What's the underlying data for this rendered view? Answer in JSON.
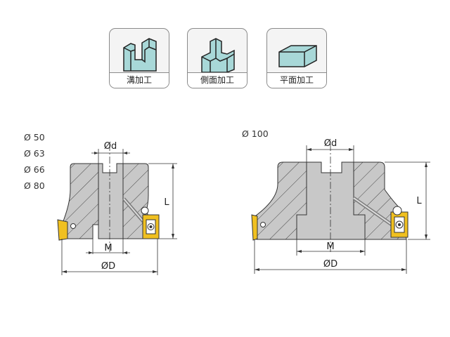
{
  "cards": [
    {
      "label": "溝加工",
      "icon": "slot-milling-icon"
    },
    {
      "label": "側面加工",
      "icon": "side-milling-icon"
    },
    {
      "label": "平面加工",
      "icon": "face-milling-icon"
    }
  ],
  "small_cutter": {
    "sizes": [
      "Ø 50",
      "Ø 63",
      "Ø 66",
      "Ø 80"
    ],
    "dim_d": "Ød",
    "dim_L": "L",
    "dim_M": "M",
    "dim_D": "ØD"
  },
  "large_cutter": {
    "size": "Ø 100",
    "dim_d": "Ød",
    "dim_L": "L",
    "dim_M": "M",
    "dim_D": "ØD"
  },
  "colors": {
    "body": "#c8c8c8",
    "block": "#b9e0e0",
    "insert": "#f0c020"
  }
}
